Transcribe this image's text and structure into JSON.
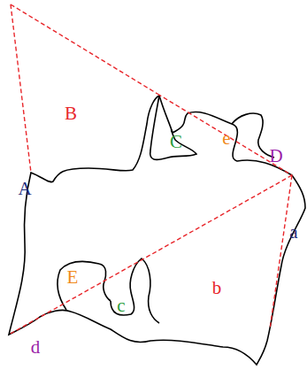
{
  "diagram": {
    "labels": [
      "B",
      "e",
      "C",
      "D",
      "A",
      "a",
      "E",
      "c",
      "b",
      "d"
    ]
  }
}
